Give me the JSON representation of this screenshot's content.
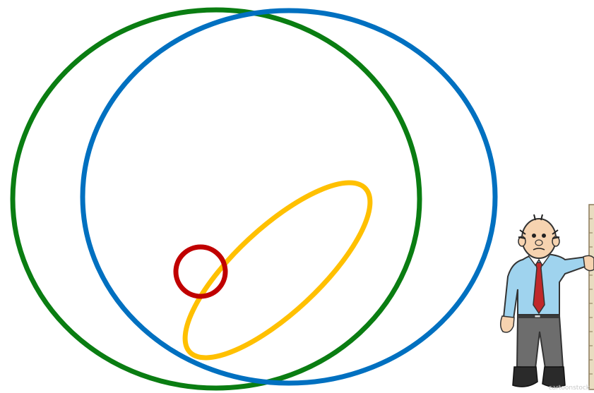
{
  "shapes": [
    {
      "name": "green-ellipse",
      "color": "#0a7d12"
    },
    {
      "name": "blue-ellipse",
      "color": "#0070c0"
    },
    {
      "name": "yellow-ellipse",
      "color": "#ffc000"
    },
    {
      "name": "red-circle",
      "color": "#c00000"
    }
  ],
  "clipart": {
    "name": "man-measuring-height-icon",
    "colors": {
      "shirt": "#9fd3ee",
      "tie": "#c0282a",
      "pants": "#6d6d6d",
      "skin": "#f6d3b0",
      "ruler": "#e8dcc0",
      "shoes": "#2a2a2a"
    },
    "watermark": "cartoonstock"
  }
}
